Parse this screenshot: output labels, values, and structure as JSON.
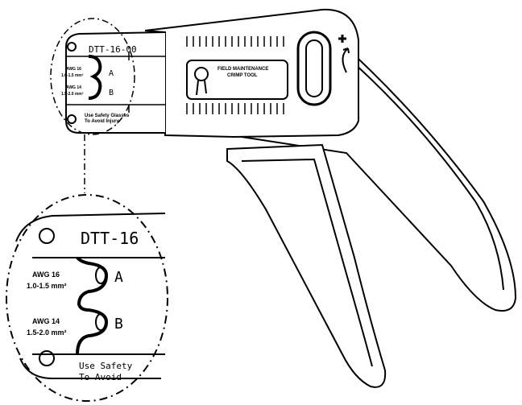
{
  "die": {
    "model": "DTT-16-00",
    "cavity_a": {
      "gauge": "AWG 16",
      "range": "1.0-1.5 mm²",
      "letter": "A"
    },
    "cavity_b": {
      "gauge": "AWG 14",
      "range": "1.5-2.0 mm²",
      "letter": "B"
    },
    "warning_line1": "Use Safety Glasses",
    "warning_line2": "To Avoid Injury"
  },
  "label_plate": {
    "line1": "FIELD MAINTENANCE",
    "line2": "CRIMP TOOL"
  },
  "detail": {
    "model": "DTT-16",
    "cavity_a": {
      "gauge": "AWG 16",
      "range": "1.0-1.5 mm²",
      "letter": "A"
    },
    "cavity_b": {
      "gauge": "AWG 14",
      "range": "1.5-2.0 mm²",
      "letter": "B"
    },
    "warning_line1": "Use Safety",
    "warning_line2": "To Avoid"
  }
}
